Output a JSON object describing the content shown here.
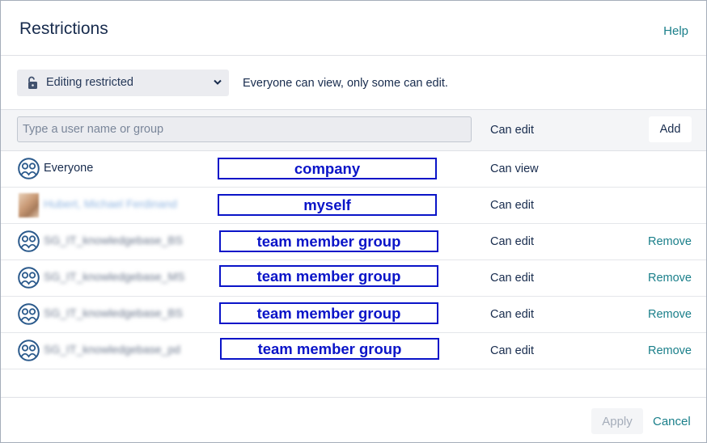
{
  "header": {
    "title": "Restrictions",
    "help_label": "Help"
  },
  "mode": {
    "selected": "Editing restricted",
    "description": "Everyone can view, only some can edit."
  },
  "add_row": {
    "placeholder": "Type a user name or group",
    "permission": "Can edit",
    "add_label": "Add"
  },
  "rows": [
    {
      "name": "Everyone",
      "annotation": "company",
      "permission": "Can view",
      "action": ""
    },
    {
      "name": "Hubert, Michael Ferdinand",
      "annotation": "myself",
      "permission": "Can edit",
      "action": ""
    },
    {
      "name": "SG_IT_knowledgebase_BS",
      "annotation": "team member group",
      "permission": "Can edit",
      "action": "Remove"
    },
    {
      "name": "SG_IT_knowledgebase_MS",
      "annotation": "team member group",
      "permission": "Can edit",
      "action": "Remove"
    },
    {
      "name": "SG_IT_knowledgebase_BS",
      "annotation": "team member group",
      "permission": "Can edit",
      "action": "Remove"
    },
    {
      "name": "SG_IT_knowledgebase_pd",
      "annotation": "team member group",
      "permission": "Can edit",
      "action": "Remove"
    }
  ],
  "footer": {
    "apply_label": "Apply",
    "cancel_label": "Cancel"
  },
  "colors": {
    "link": "#1a7f8a",
    "annotation": "#0a14c8",
    "text": "#172b4d"
  },
  "icons": {
    "mode": "unlock-icon",
    "group": "group-icon",
    "dropdown": "chevron-down-icon"
  }
}
